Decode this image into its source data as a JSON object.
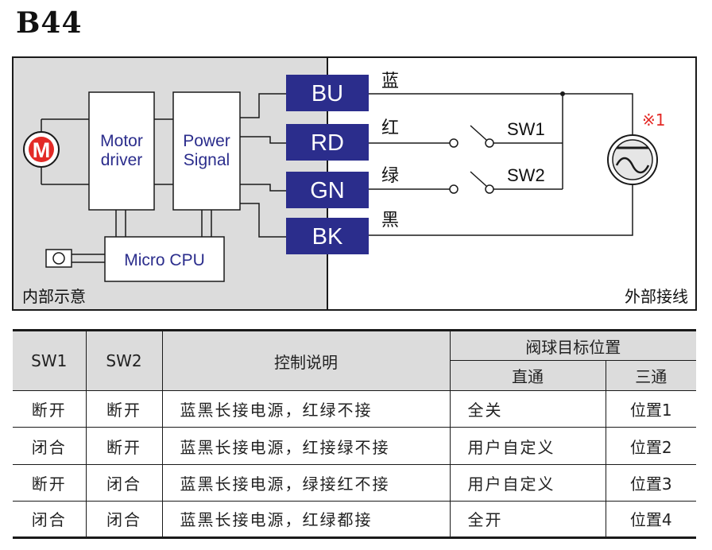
{
  "title": "B44",
  "diagram": {
    "internal_label": "内部示意",
    "external_label": "外部接线",
    "motor_symbol": "M",
    "motor_driver": [
      "Motor",
      "driver"
    ],
    "power_signal": [
      "Power",
      "Signal"
    ],
    "micro_cpu": "Micro CPU",
    "wires": [
      {
        "code": "BU",
        "color_name": "蓝"
      },
      {
        "code": "RD",
        "color_name": "红"
      },
      {
        "code": "GN",
        "color_name": "绿"
      },
      {
        "code": "BK",
        "color_name": "黑"
      }
    ],
    "switch_labels": [
      "SW1",
      "SW2"
    ],
    "note_mark": "※1",
    "colors": {
      "wire_box": "#2b2d8c",
      "internal_bg": "#dcdcdc",
      "motor_red": "#e32a26",
      "note_red": "#e32a26",
      "text_blue": "#2b2d8c"
    }
  },
  "table": {
    "headers": {
      "sw1": "SW1",
      "sw2": "SW2",
      "desc": "控制说明",
      "target": "阀球目标位置",
      "straight": "直通",
      "three": "三通"
    },
    "rows": [
      {
        "sw1": "断开",
        "sw2": "断开",
        "desc": "蓝黑长接电源，红绿不接",
        "straight": "全关",
        "three": "位置1"
      },
      {
        "sw1": "闭合",
        "sw2": "断开",
        "desc": "蓝黑长接电源，红接绿不接",
        "straight": "用户自定义",
        "three": "位置2"
      },
      {
        "sw1": "断开",
        "sw2": "闭合",
        "desc": "蓝黑长接电源，绿接红不接",
        "straight": "用户自定义",
        "three": "位置3"
      },
      {
        "sw1": "闭合",
        "sw2": "闭合",
        "desc": "蓝黑长接电源，红绿都接",
        "straight": "全开",
        "three": "位置4"
      }
    ]
  }
}
